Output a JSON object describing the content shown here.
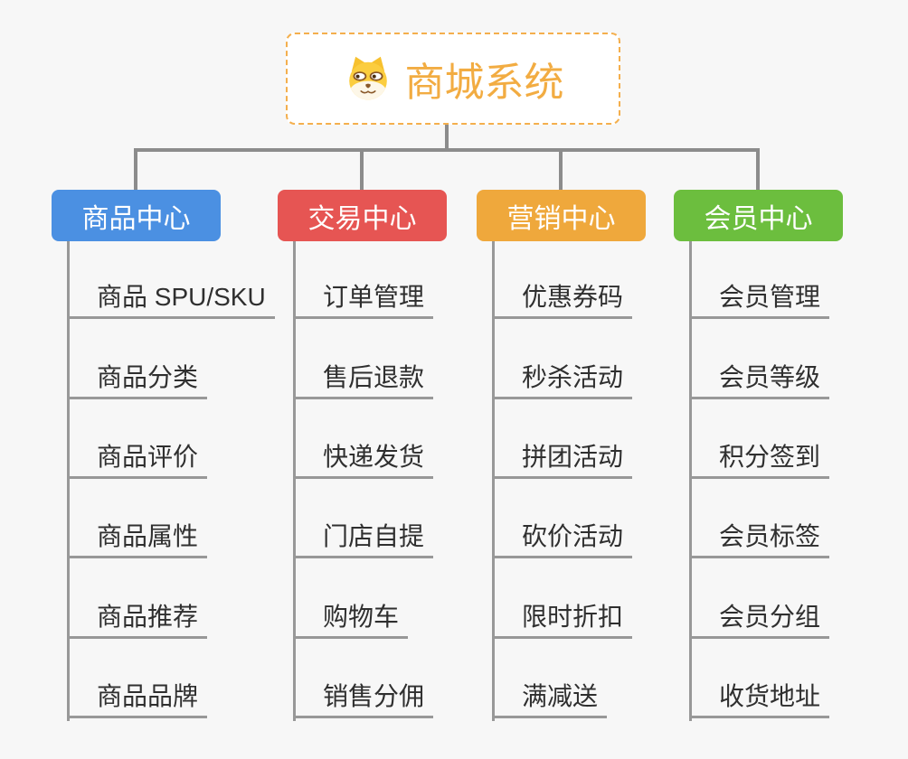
{
  "title": {
    "text": "商城系统",
    "icon": "dog-face-icon"
  },
  "colors": {
    "background": "#F7F7F7",
    "connector": "#8C8C8C",
    "branch_line": "#989898",
    "item_text": "#2F2F2F",
    "title_text": "#F2AC42",
    "title_border": "#F4AF4D",
    "title_bg": "#FFFFFF"
  },
  "branches": [
    {
      "label": "商品中心",
      "color": "#4B90E2",
      "items": [
        "商品 SPU/SKU",
        "商品分类",
        "商品评价",
        "商品属性",
        "商品推荐",
        "商品品牌"
      ]
    },
    {
      "label": "交易中心",
      "color": "#E65553",
      "items": [
        "订单管理",
        "售后退款",
        "快递发货",
        "门店自提",
        "购物车",
        "销售分佣"
      ]
    },
    {
      "label": "营销中心",
      "color": "#EFA83C",
      "items": [
        "优惠券码",
        "秒杀活动",
        "拼团活动",
        "砍价活动",
        "限时折扣",
        "满减送"
      ]
    },
    {
      "label": "会员中心",
      "color": "#6CBE3E",
      "items": [
        "会员管理",
        "会员等级",
        "积分签到",
        "会员标签",
        "会员分组",
        "收货地址"
      ]
    }
  ]
}
